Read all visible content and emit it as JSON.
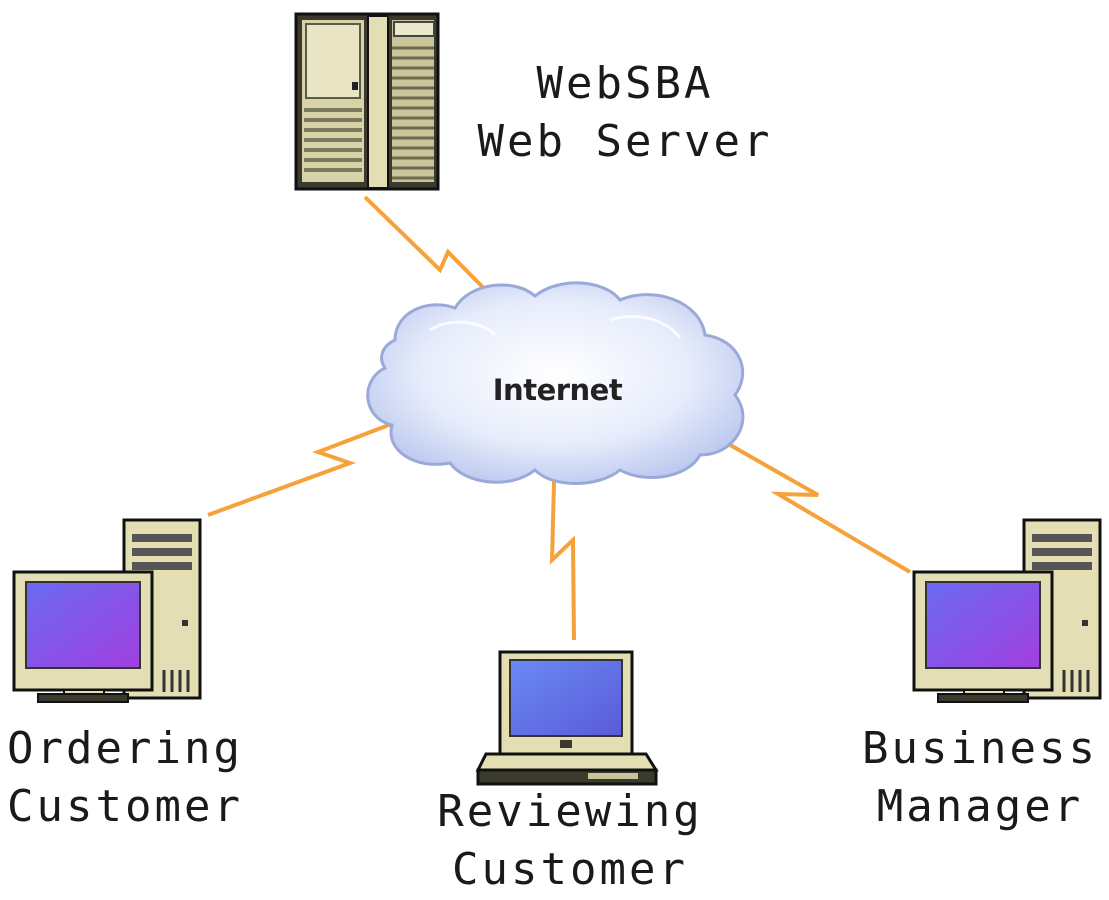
{
  "nodes": {
    "server": {
      "line1": "WebSBA",
      "line2": "Web Server"
    },
    "internet": {
      "label": "Internet"
    },
    "ordering": {
      "line1": "Ordering",
      "line2": "Customer"
    },
    "reviewing": {
      "line1": "Reviewing",
      "line2": "Customer"
    },
    "business": {
      "line1": "Business",
      "line2": "Manager"
    }
  },
  "colors": {
    "link": "#f7a13a",
    "beige": "#e3deb4",
    "dark": "#3a3a2e",
    "screen": "#8a4fe0",
    "cloud": "#dfe6fa"
  },
  "icons": {
    "server": "server-tower-icon",
    "cloud": "cloud-icon",
    "desktop": "desktop-computer-icon",
    "laptop": "laptop-icon"
  }
}
